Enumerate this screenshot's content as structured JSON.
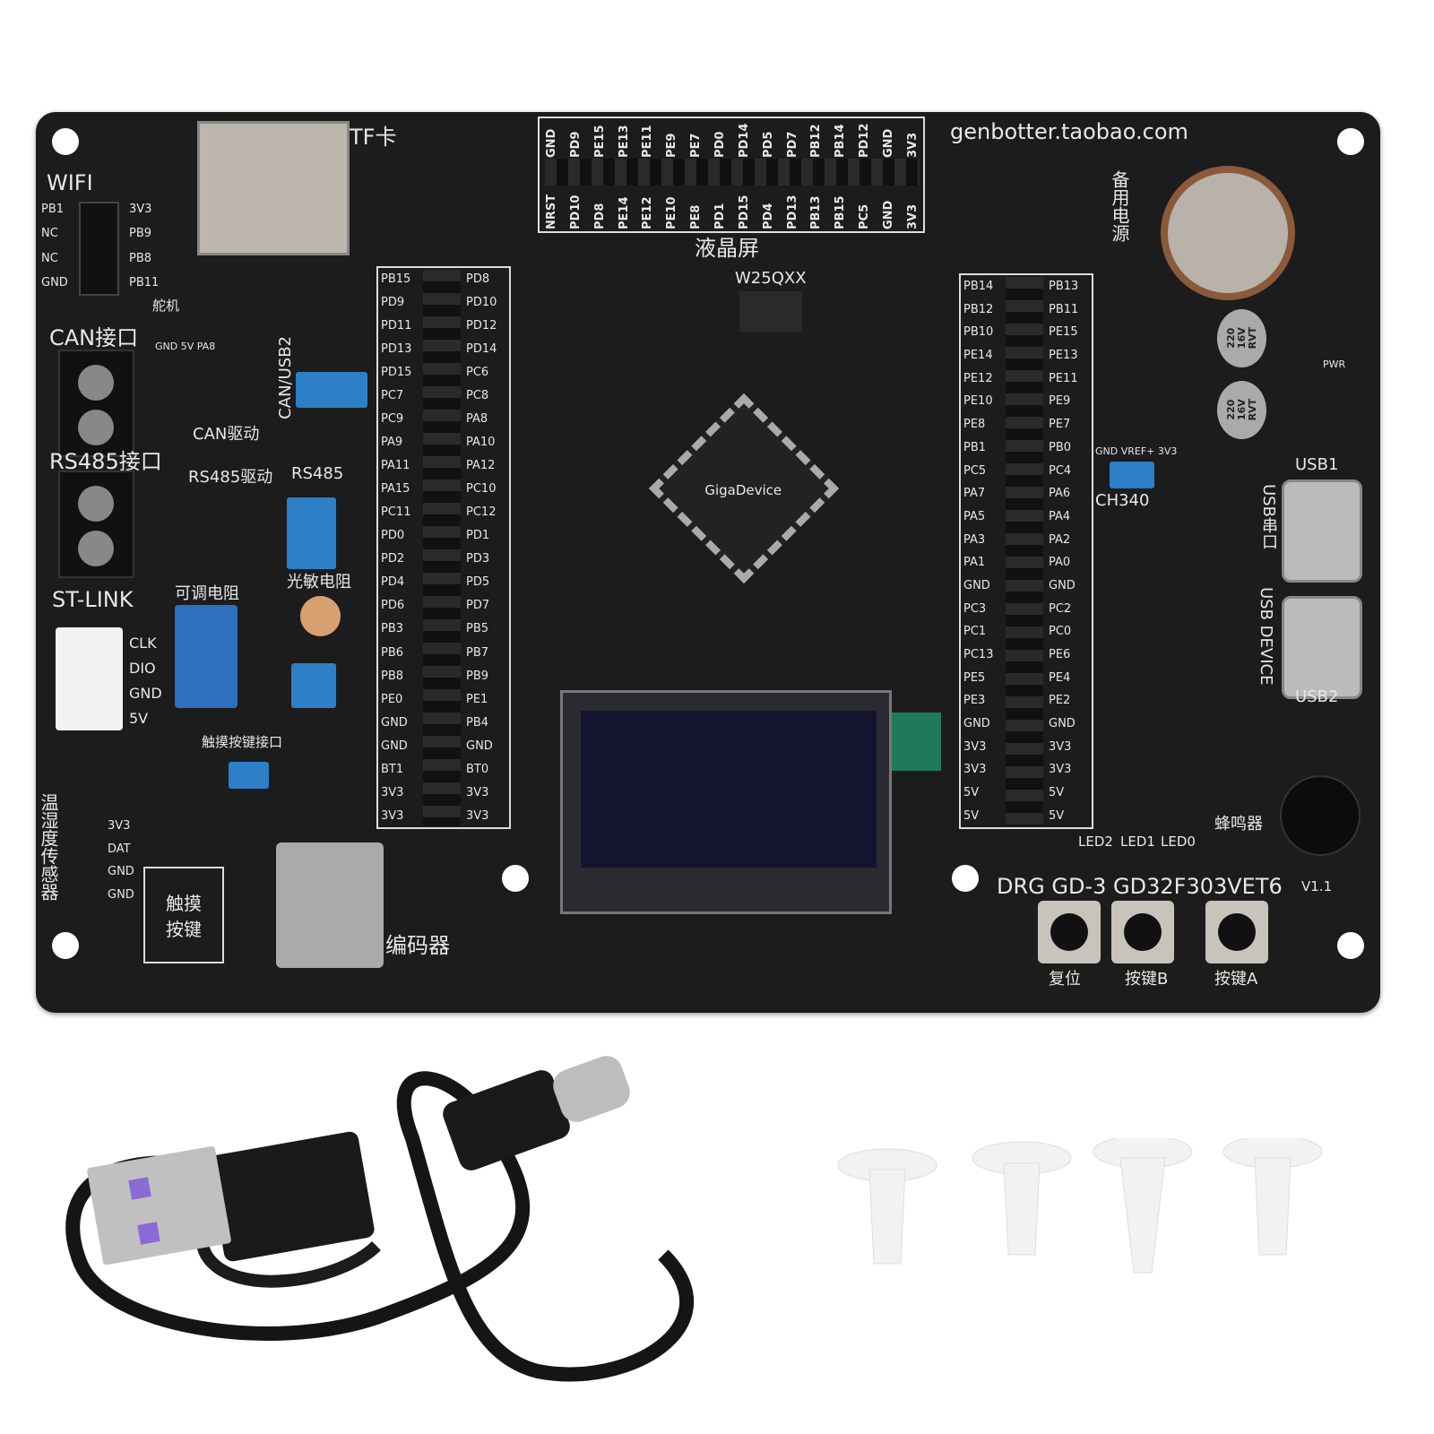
{
  "board": {
    "website": "genbotter.taobao.com",
    "model": "DRG GD-3 GD32F303VET6",
    "version": "V1.1",
    "labels": {
      "tf": "TF卡",
      "wifi": "WIFI",
      "can_port": "CAN接口",
      "rs485_port": "RS485接口",
      "servo": "舵机",
      "can_driver": "CAN驱动",
      "can_usb2": "CAN/USB2",
      "rs485_driver": "RS485驱动",
      "rs485": "RS485",
      "stlink": "ST-LINK",
      "pot": "可调电阻",
      "ldr": "光敏电阻",
      "touch_port": "触摸按键接口",
      "temp_sensor": "温湿度传感器",
      "touch_key": "触摸按键",
      "encoder": "编码器",
      "lcd": "液晶屏",
      "flash": "W25QXX",
      "backup_power": "备用电源",
      "ch340": "CH340",
      "usb1": "USB1",
      "usb_serial": "USB串口",
      "usb_device": "USB DEVICE",
      "usb2": "USB2",
      "buzzer": "蜂鸣器",
      "reset": "复位",
      "key_b": "按键B",
      "key_a": "按键A",
      "led2": "LED2",
      "led1": "LED1",
      "led0": "LED0",
      "vref": "GND VREF+ 3V3",
      "pwr": "PWR",
      "chip_brand": "GigaDevice",
      "cap": "220 16V RVT"
    },
    "stlink_pins": [
      "CLK",
      "DIO",
      "GND",
      "5V"
    ],
    "wifi_pins_left": [
      "PB1",
      "NC",
      "NC",
      "GND"
    ],
    "wifi_pins_right": [
      "3V3",
      "PB9",
      "PB8",
      "PB11"
    ],
    "sensor_pins": [
      "3V3",
      "DAT",
      "GND",
      "GND"
    ],
    "servo_pins": "GND 5V PA8",
    "lcd_top": [
      "GND",
      "PD9",
      "PE15",
      "PE13",
      "PE11",
      "PE9",
      "PE7",
      "PD0",
      "PD14",
      "PD5",
      "PD7",
      "PB12",
      "PB14",
      "PD12",
      "GND",
      "3V3"
    ],
    "lcd_bottom": [
      "NRST",
      "PD10",
      "PD8",
      "PE14",
      "PE12",
      "PE10",
      "PE8",
      "PD1",
      "PD15",
      "PD4",
      "PD13",
      "PB13",
      "PB15",
      "PC5",
      "GND",
      "3V3"
    ],
    "j8_left": [
      "PB15",
      "PD9",
      "PD11",
      "PD13",
      "PD15",
      "PC7",
      "PC9",
      "PA9",
      "PA11",
      "PA15",
      "PC11",
      "PD0",
      "PD2",
      "PD4",
      "PD6",
      "PB3",
      "PB6",
      "PB8",
      "PE0",
      "GND",
      "GND",
      "BT1",
      "3V3",
      "3V3"
    ],
    "j8_right": [
      "PD8",
      "PD10",
      "PD12",
      "PD14",
      "PC6",
      "PC8",
      "PA8",
      "PA10",
      "PA12",
      "PC10",
      "PC12",
      "PD1",
      "PD3",
      "PD5",
      "PD7",
      "PB5",
      "PB7",
      "PB9",
      "PE1",
      "PB4",
      "GND",
      "BT0",
      "3V3",
      "3V3"
    ],
    "j7_left": [
      "PB14",
      "PB12",
      "PB10",
      "PE14",
      "PE12",
      "PE10",
      "PE8",
      "PB1",
      "PC5",
      "PA7",
      "PA5",
      "PA3",
      "PA1",
      "GND",
      "PC3",
      "PC1",
      "PC13",
      "PE5",
      "PE3",
      "GND",
      "3V3",
      "3V3",
      "5V",
      "5V"
    ],
    "j7_right": [
      "PB13",
      "PB11",
      "PE15",
      "PE13",
      "PE11",
      "PE9",
      "PE7",
      "PB0",
      "PC4",
      "PA6",
      "PA4",
      "PA2",
      "PA0",
      "GND",
      "PC2",
      "PC0",
      "PE6",
      "PE4",
      "PE2",
      "GND",
      "3V3",
      "3V3",
      "5V",
      "5V"
    ]
  },
  "colors": {
    "pcb": "#1c1c1d",
    "jumper": "#2d7fc8",
    "potentiometer": "#2f6fc0",
    "oled_tab": "#1f7a5a"
  }
}
